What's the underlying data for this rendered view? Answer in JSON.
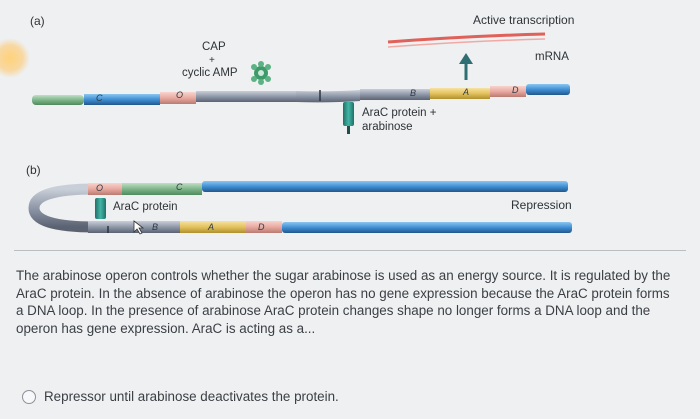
{
  "diagram": {
    "panel_a": {
      "label": "(a)",
      "cap_label": "CAP",
      "plus_sign": "+",
      "cyclic_amp_label": "cyclic AMP",
      "active_transcription_label": "Active transcription",
      "mrna_label": "mRNA",
      "arac_arabinose_line1": "AraC protein +",
      "arac_arabinose_line2": "arabinose",
      "segments": {
        "C": "C",
        "O": "O",
        "B": "B",
        "A": "A",
        "D": "D"
      }
    },
    "panel_b": {
      "label": "(b)",
      "arac_label": "AraC protein",
      "repression_label": "Repression",
      "segments": {
        "O": "O",
        "C": "C",
        "B": "B",
        "A": "A",
        "D": "D"
      }
    },
    "colors": {
      "dna_blue": "#3f8fd4",
      "dna_gray": "#8f98a8",
      "green_region": "#7fb58b",
      "pink_region": "#e9a9a0",
      "yellow_region": "#e3c25d",
      "mrna_red": "#e0605a",
      "arac_protein": "#2e9a8e",
      "arrow_teal": "#2f6f73"
    }
  },
  "question": {
    "text": "The arabinose operon controls whether the sugar arabinose is used as an energy source. It is regulated by the AraC protein. In the absence of arabinose the operon has no gene expression because the AraC protein forms a DNA loop. In the presence of arabinose AraC protein changes shape no longer forms a DNA loop and the operon has gene expression. AraC is acting as a..."
  },
  "options": [
    {
      "text": "Repressor until arabinose deactivates the protein."
    }
  ]
}
